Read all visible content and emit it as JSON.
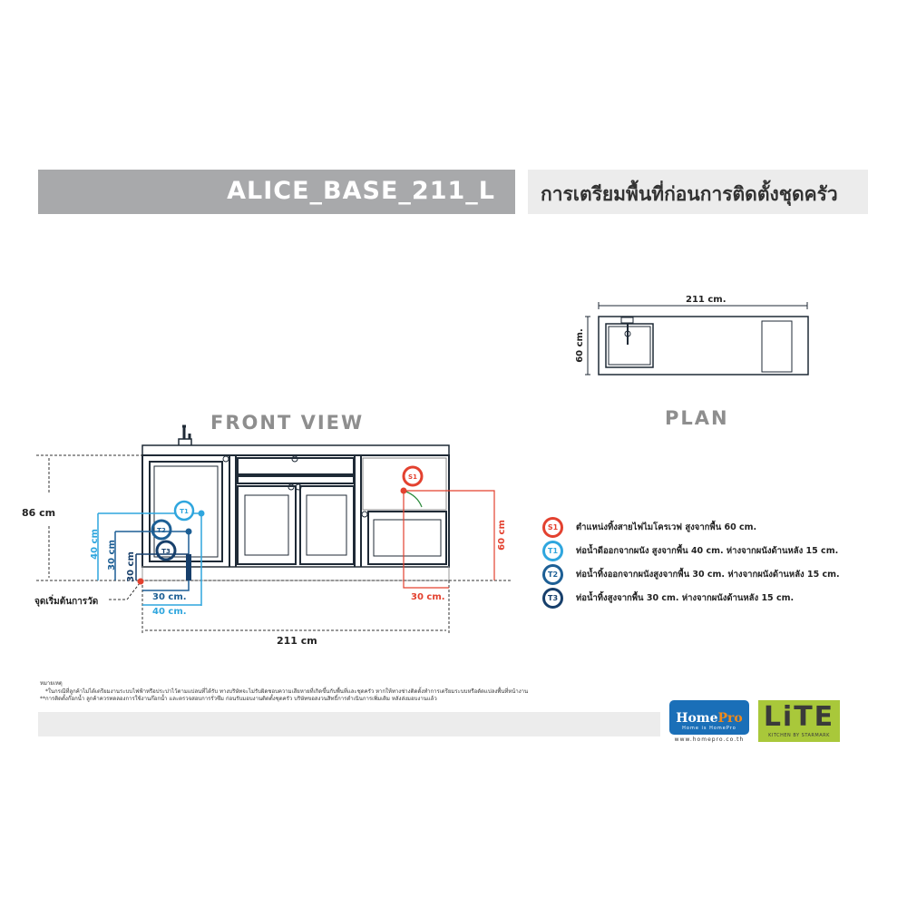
{
  "header": {
    "model": "ALICE_BASE_211_L",
    "subtitle": "การเตรียมพื้นที่ก่อนการติดตั้งชุดครัว"
  },
  "front_view": {
    "title": "FRONT VIEW",
    "height_label": "86 cm",
    "width_label": "211 cm",
    "origin_label": "จุดเริ่มต้นการวัด",
    "t1_height": "40 cm",
    "t2_height": "30 cm",
    "t3_height": "30 cm",
    "offset_30": "30 cm.",
    "offset_40": "40 cm.",
    "s1_height": "60 cm",
    "s1_offset": "30 cm."
  },
  "plan": {
    "title": "PLAN",
    "width_label": "211 cm.",
    "depth_label": "60 cm."
  },
  "legend": [
    {
      "code": "S1",
      "color": "#e3412f",
      "text": "ตำแหน่งทิ้งสายไฟไมโครเวฟ สูงจากพื้น 60 cm."
    },
    {
      "code": "T1",
      "color": "#2fa6de",
      "text": "ท่อน้ำดีออกจากผนัง สูงจากพื้น 40 cm. ห่างจากผนังด้านหลัง 15 cm."
    },
    {
      "code": "T2",
      "color": "#1d5f95",
      "text": "ท่อน้ำทิ้งออกจากผนังสูงจากพื้น 30 cm. ห่างจากผนังด้านหลัง 15 cm."
    },
    {
      "code": "T3",
      "color": "#173f6b",
      "text": "ท่อน้ำทิ้งสูงจากพื้น 30 cm. ห่างจากผนังด้านหลัง 15 cm."
    }
  ],
  "notes": {
    "heading": "หมายเหตุ",
    "line1": "*ในกรณีที่ลูกค้าไม่ได้เตรียมงานระบบไฟฟ้าหรือประปาไว้ตามแปลนที่ได้รับ ทางบริษัทจะไม่รับผิดชอบความเสียหายที่เกิดขึ้นกับพื้นที่และชุดครัว  หากให้ทางช่างติดตั้งทำการเตรียมระบบหรือดัดแปลงพื้นที่หน้างาน",
    "line2": "**การติดตั้งก๊อกน้ำ ลูกค้าควรทดลองการใช้งานก๊อกน้ำ และตรวจสอบการรั่วซึม ก่อนรับมอบงานติดตั้งชุดครัว บริษัทขอสงวนสิทธิ์การดำเนินการเพิ่มเติม หลังส่งมอบงานแล้ว"
  },
  "logos": {
    "homepro_name_1": "Home",
    "homepro_name_2": "Pro",
    "homepro_tagline": "Home is HomePro",
    "homepro_url": "www.homepro.co.th",
    "lite_name": "LiTE",
    "lite_sub": "KITCHEN BY STARMARK"
  },
  "colors": {
    "s1": "#e3412f",
    "t1": "#2fa6de",
    "t2": "#1d5f95",
    "t3": "#173f6b",
    "header_grey": "#a8a9ab",
    "lite_green": "#a9c83a",
    "homepro_blue": "#1a6fb8"
  }
}
